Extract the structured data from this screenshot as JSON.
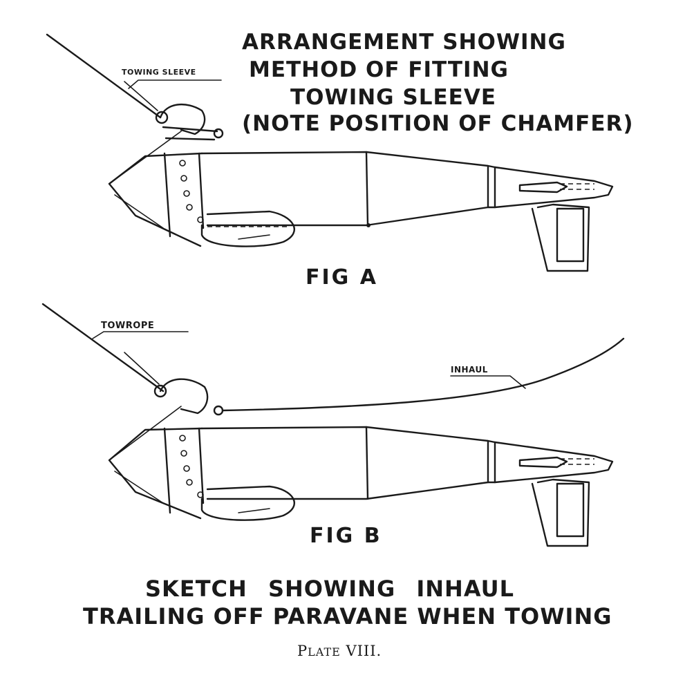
{
  "heading": {
    "line1": "ARRANGEMENT SHOWING",
    "line2": "METHOD OF FITTING",
    "line3": "TOWING SLEEVE",
    "line4": "(NOTE POSITION OF CHAMFER)"
  },
  "fig_a": {
    "label": "FIG A",
    "callout_towing_sleeve": "TOWING SLEEVE"
  },
  "fig_b": {
    "label": "FIG B",
    "callout_towrope": "TOWROPE",
    "callout_inhaul": "INHAUL"
  },
  "caption": {
    "line1": "SKETCH SHOWING INHAUL",
    "line2": "TRAILING OFF PARAVANE WHEN TOWING"
  },
  "plate": {
    "first": "P",
    "rest": "LATE",
    "numeral": " VIII."
  }
}
